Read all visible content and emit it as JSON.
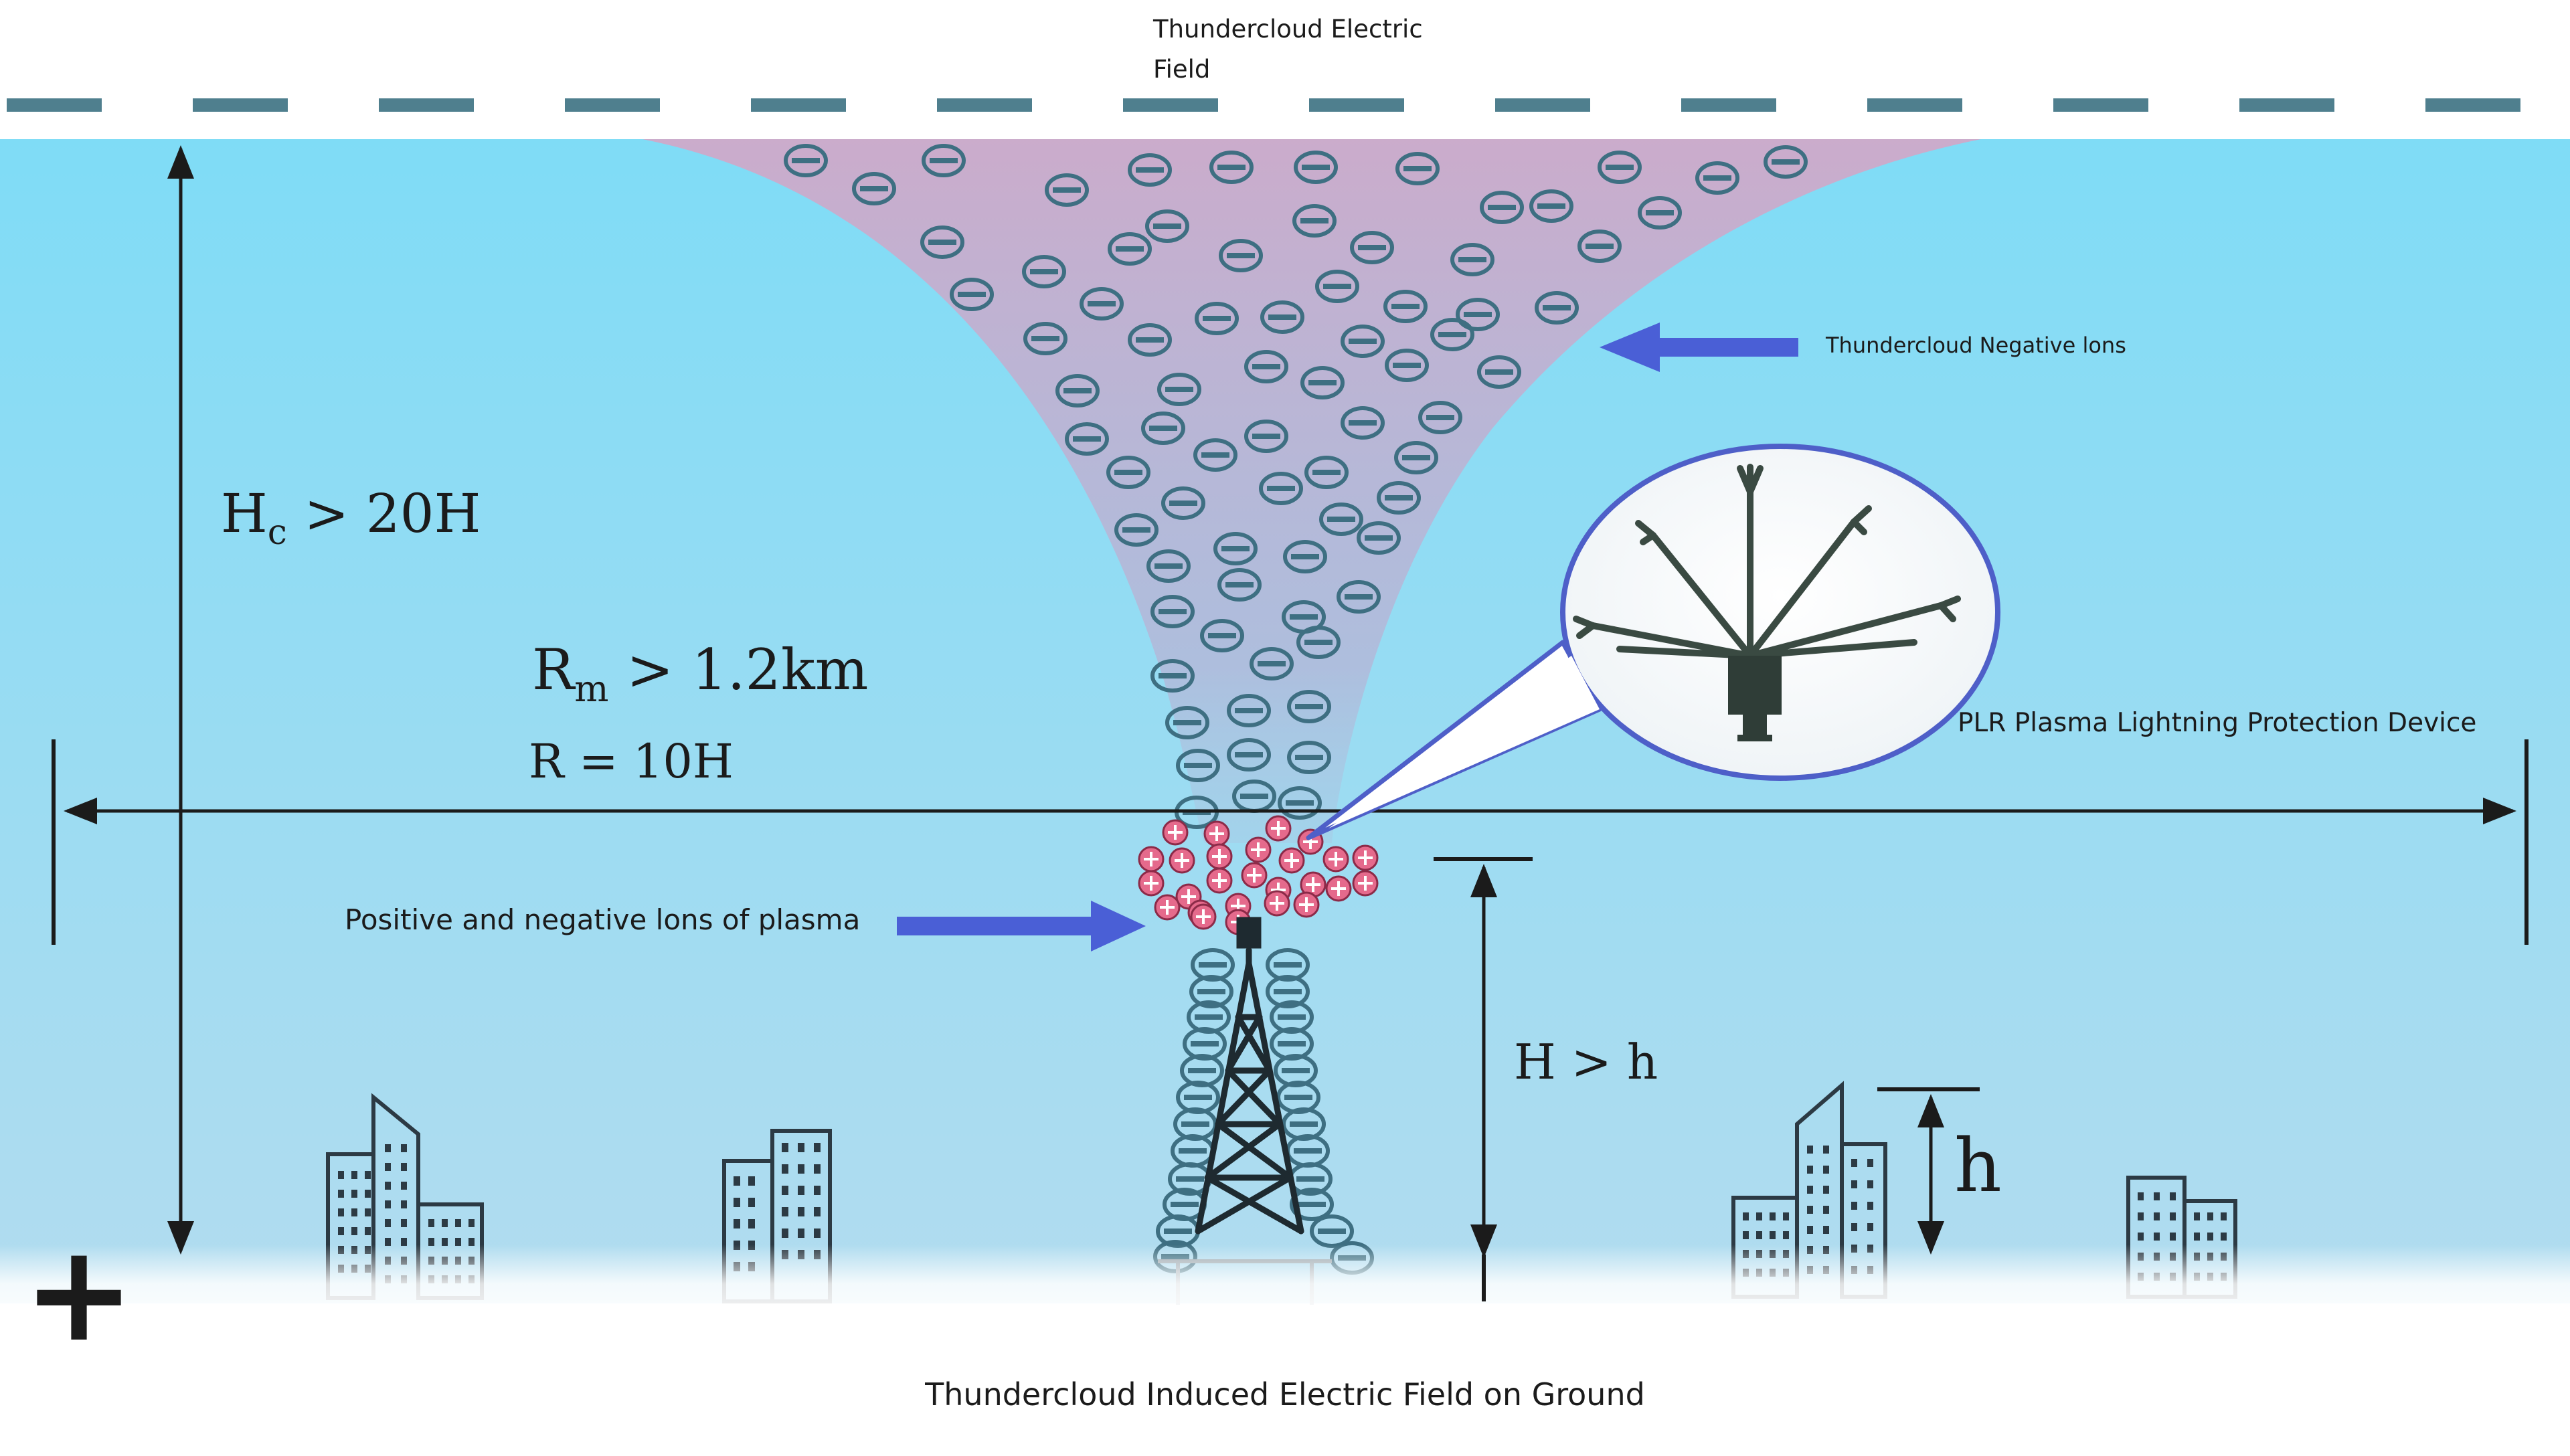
{
  "labels": {
    "top_field_line1": "Thundercloud Electric",
    "top_field_line2": "Field",
    "negative_ions": "Thundercloud Negative lons",
    "device": "PLR Plasma Lightning Protection Device",
    "plasma_ions": "Positive and negative lons of plasma",
    "ground_field": "Thundercloud Induced Electric Field on Ground",
    "ground_plus": "+"
  },
  "formulas": {
    "hc": {
      "main": "H",
      "sub": "c",
      "rest": " >  20H"
    },
    "rm": {
      "main": "R",
      "sub": "m",
      "rest": " >  1.2km"
    },
    "r": "R  =  10H",
    "h_gt": "H  >  h",
    "h_small": "h"
  },
  "symbols": {
    "negative_ion": "⊖",
    "positive_ion": "⊕"
  },
  "colors": {
    "sky_top": "#7fdcf6",
    "sky_bottom": "#a9d8ee",
    "cloud_funnel": "#c7a6c8",
    "negative_ion": "#3e6f82",
    "positive_ion": "#e56a8c",
    "pointer_arrow": "#4a5fd6",
    "dashed_line": "#4f7f8e",
    "callout_border": "#4e5fc8"
  }
}
